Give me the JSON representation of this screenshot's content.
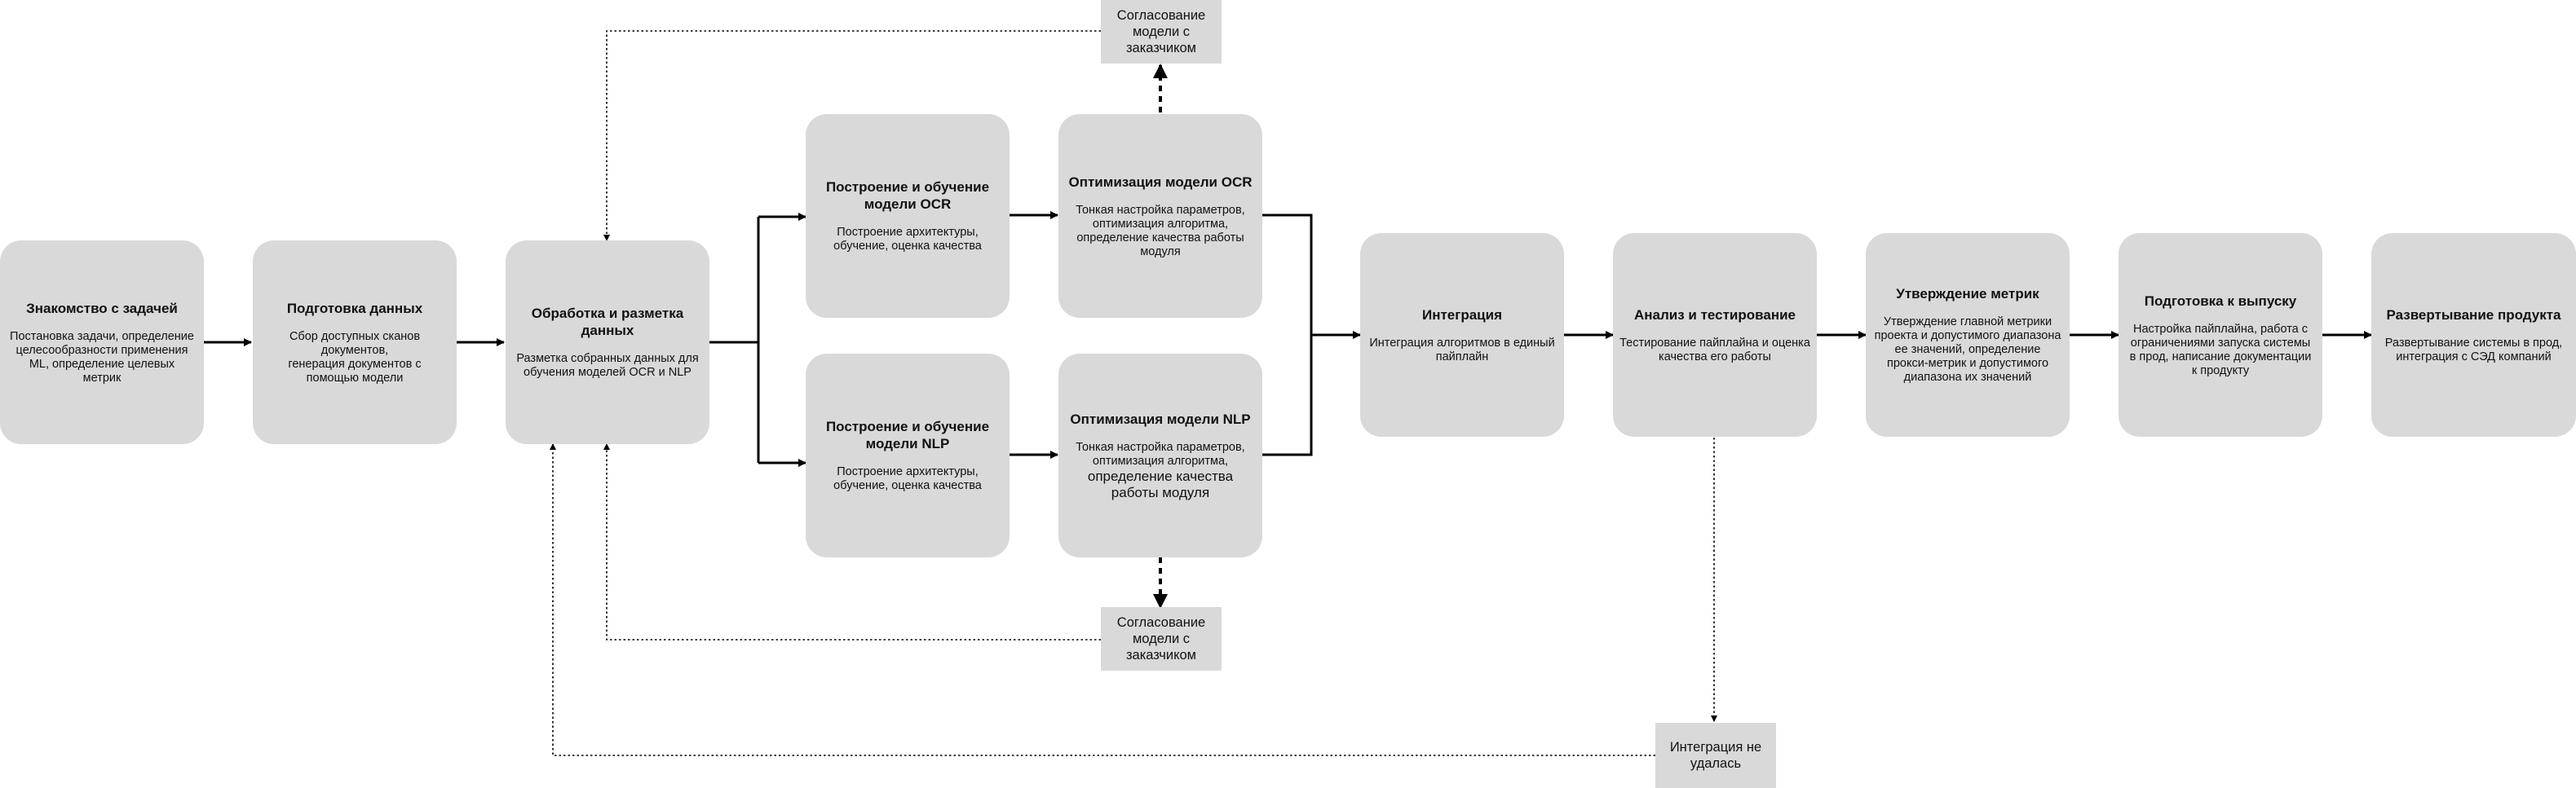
{
  "stages": [
    {
      "id": "intro",
      "title": [
        "Знакомство с задачей"
      ],
      "desc": [
        "Постановка задачи, определение",
        "целесообразности применения",
        "ML, определение целевых",
        "метрик"
      ]
    },
    {
      "id": "data-prep",
      "title": [
        "Подготовка данных"
      ],
      "desc": [
        "Сбор доступных сканов",
        "документов,",
        "генерация документов с",
        "помощью модели"
      ]
    },
    {
      "id": "labeling",
      "title": [
        "Обработка и разметка",
        "данных"
      ],
      "desc": [
        "Разметка собранных данных для",
        "обучения моделей OCR и NLP"
      ]
    },
    {
      "id": "ocr-build",
      "title": [
        "Построение и обучение",
        "модели OCR"
      ],
      "desc": [
        "Построение архитектуры,",
        "обучение, оценка качества"
      ]
    },
    {
      "id": "nlp-build",
      "title": [
        "Построение и обучение",
        "модели NLP"
      ],
      "desc": [
        "Построение архитектуры,",
        "обучение, оценка качества"
      ]
    },
    {
      "id": "ocr-opt",
      "title": [
        "Оптимизация модели OCR"
      ],
      "desc": [
        "Тонкая настройка параметров,",
        "оптимизация алгоритма,",
        "определение качества работы",
        "модуля"
      ]
    },
    {
      "id": "nlp-opt",
      "title": [
        "Оптимизация модели NLP"
      ],
      "desc": [
        "Тонкая настройка параметров,",
        "оптимизация алгоритма,"
      ],
      "desc_big": [
        "определение качества",
        "работы модуля"
      ]
    },
    {
      "id": "integration",
      "title": [
        "Интеграция"
      ],
      "desc": [
        "Интеграция алгоритмов в единый",
        "пайплайн"
      ]
    },
    {
      "id": "testing",
      "title": [
        "Анализ и тестирование"
      ],
      "desc": [
        "Тестирование пайплайна и оценка",
        "качества его работы"
      ]
    },
    {
      "id": "metrics",
      "title": [
        "Утверждение метрик"
      ],
      "desc": [
        "Утверждение главной метрики",
        "проекта и допустимого диапазона",
        "ее значений, определение",
        "прокси-метрик и допустимого",
        "диапазона их значений"
      ]
    },
    {
      "id": "release-prep",
      "title": [
        "Подготовка к выпуску"
      ],
      "desc": [
        "Настройка пайплайна, работа с",
        "ограничениями запуска системы",
        "в прод, написание документации",
        "к продукту"
      ]
    },
    {
      "id": "deploy",
      "title": [
        "Развертывание продукта"
      ],
      "desc": [
        "Развертывание системы в прод,",
        "интеграция с СЭД компаний"
      ]
    }
  ],
  "notes": [
    {
      "id": "approval-ocr",
      "text": [
        "Согласование",
        "модели с",
        "заказчиком"
      ]
    },
    {
      "id": "approval-nlp",
      "text": [
        "Согласование",
        "модели с",
        "заказчиком"
      ]
    },
    {
      "id": "integration-failed",
      "text": [
        "Интеграция не",
        "удалась"
      ]
    }
  ],
  "colors": {
    "box": "#d9d9d9",
    "line": "#000000"
  }
}
